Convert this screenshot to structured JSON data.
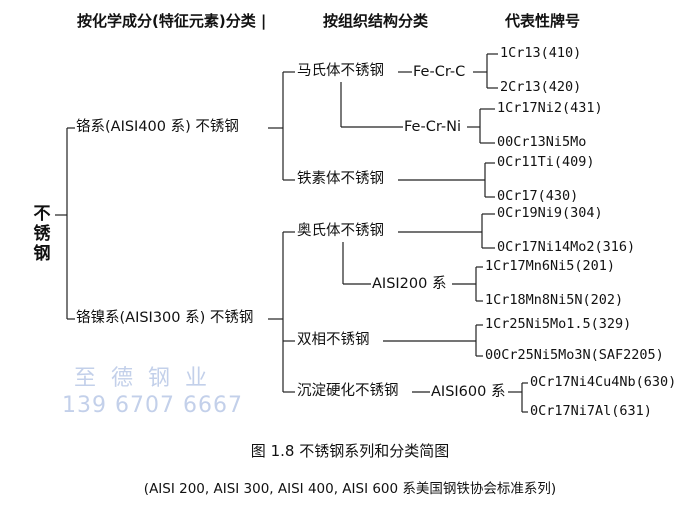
{
  "headers": {
    "classification": "按化学成分(特征元素)分类 |",
    "structure": "按组织结构分类",
    "grades": "代表性牌号"
  },
  "root": "不锈钢",
  "series": {
    "chromium": "铬系(AISI400 系) 不锈钢",
    "chromium_nickel": "铬镍系(AISI300 系) 不锈钢"
  },
  "structures": {
    "martensitic": "马氏体不锈钢",
    "ferritic": "铁素体不锈钢",
    "austenitic": "奥氏体不锈钢",
    "duplex": "双相不锈钢",
    "precipitation": "沉淀硬化不锈钢"
  },
  "sub_nodes": {
    "fe_cr_c": "Fe-Cr-C",
    "fe_cr_ni": "Fe-Cr-Ni",
    "aisi200": "AISI200 系",
    "aisi600": "AISI600 系"
  },
  "grades": {
    "g1": "1Cr13(410)",
    "g2": "2Cr13(420)",
    "g3": "1Cr17Ni2(431)",
    "g4": "00Cr13Ni5Mo",
    "g5": "0Cr11Ti(409)",
    "g6": "0Cr17(430)",
    "g7": "0Cr19Ni9(304)",
    "g8": "0Cr17Ni14Mo2(316)",
    "g9": "1Cr17Mn6Ni5(201)",
    "g10": "1Cr18Mn8Ni5N(202)",
    "g11": "1Cr25Ni5Mo1.5(329)",
    "g12": "00Cr25Ni5Mo3N(SAF2205)",
    "g13": "0Cr17Ni4Cu4Nb(630)",
    "g14": "0Cr17Ni7Al(631)"
  },
  "watermark": {
    "name": "至 德 钢 业",
    "phone": "139 6707 6667"
  },
  "caption": "图 1.8   不锈钢系列和分类简图",
  "subcaption": "(AISI 200, AISI 300, AISI 400, AISI 600 系美国钢铁协会标准系列)"
}
